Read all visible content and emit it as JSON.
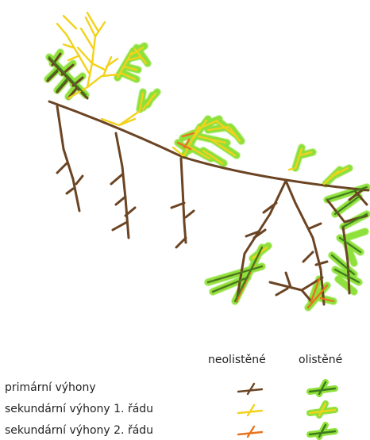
{
  "legend": {
    "col_bare": "neolistěné",
    "col_leafy": "olistěné",
    "rows": [
      {
        "label": "primární výhony",
        "stem_color": "#6b4423",
        "glow_color": "#8ee03a"
      },
      {
        "label": "sekundární výhony 1. řádu",
        "stem_color": "#f2d21b",
        "glow_color": "#8ee03a"
      },
      {
        "label": "sekundární výhony 2. řádu",
        "stem_color": "#e8741f",
        "glow_color": "#8ee03a"
      }
    ]
  },
  "colors": {
    "primary": "#6b4423",
    "secondary1": "#f2d21b",
    "secondary2": "#e8741f",
    "leaf_glow": "#8ee03a"
  }
}
